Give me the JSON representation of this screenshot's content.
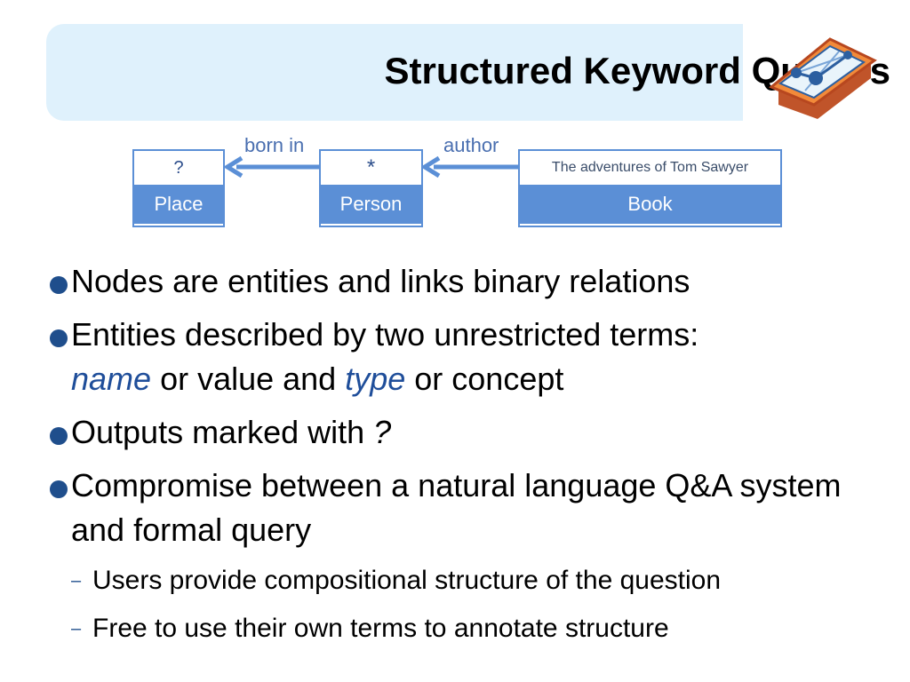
{
  "title": "Structured Keyword Queries",
  "diagram": {
    "nodes": [
      {
        "value": "?",
        "type": "Place"
      },
      {
        "value": "*",
        "type": "Person"
      },
      {
        "value": "The adventures of Tom Sawyer",
        "type": "Book"
      }
    ],
    "edges": [
      {
        "label": "born in"
      },
      {
        "label": "author"
      }
    ]
  },
  "bullets": [
    {
      "text": "Nodes are entities and links binary relations"
    },
    {
      "line1": "Entities described by two unrestricted terms:",
      "name_word": "name",
      "mid": " or value and ",
      "type_word": "type",
      "end": " or concept"
    },
    {
      "prefix": "Outputs marked with ",
      "symbol": "?"
    },
    {
      "text": "Compromise between a natural language Q&A system and formal query"
    }
  ],
  "sub_bullets": [
    {
      "dash": "–",
      "text": "Users provide compositional structure of the question"
    },
    {
      "dash": "–",
      "text": "Free to use their own terms to annotate structure"
    }
  ],
  "colors": {
    "accent": "#5b8fd6",
    "title_bg": "#dff1fc",
    "bullet": "#1f4e8c"
  }
}
